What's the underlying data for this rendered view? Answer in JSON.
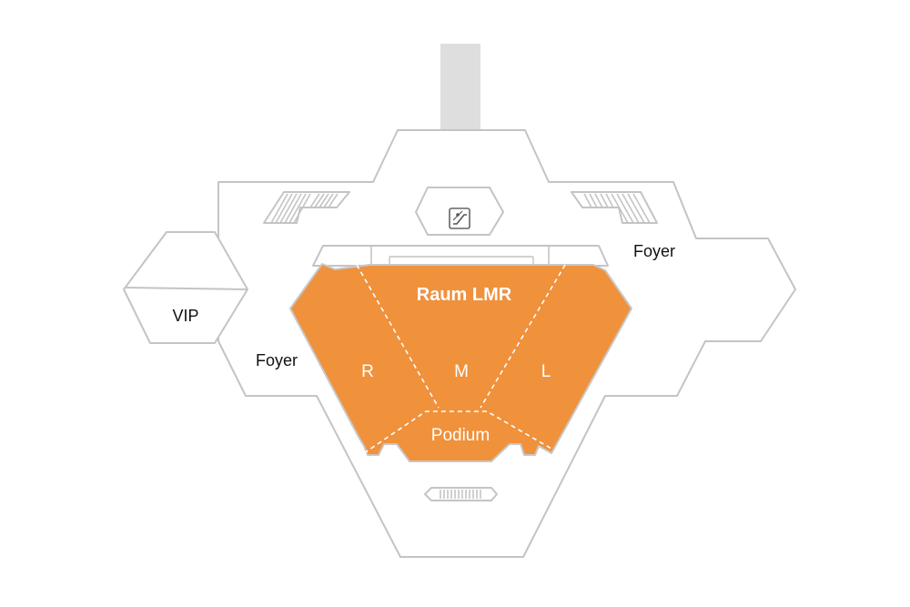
{
  "floorplan": {
    "room_title": "Raum LMR",
    "sections": [
      "R",
      "M",
      "L"
    ],
    "podium_label": "Podium",
    "vip_label": "VIP",
    "foyer_left_label": "Foyer",
    "foyer_right_label": "Foyer"
  },
  "colors": {
    "room_fill": "#f0913c",
    "wall_stroke": "#c4c4c4",
    "entrance_fill": "#dedede"
  },
  "icons": {
    "center_icon": "escalator-icon"
  }
}
